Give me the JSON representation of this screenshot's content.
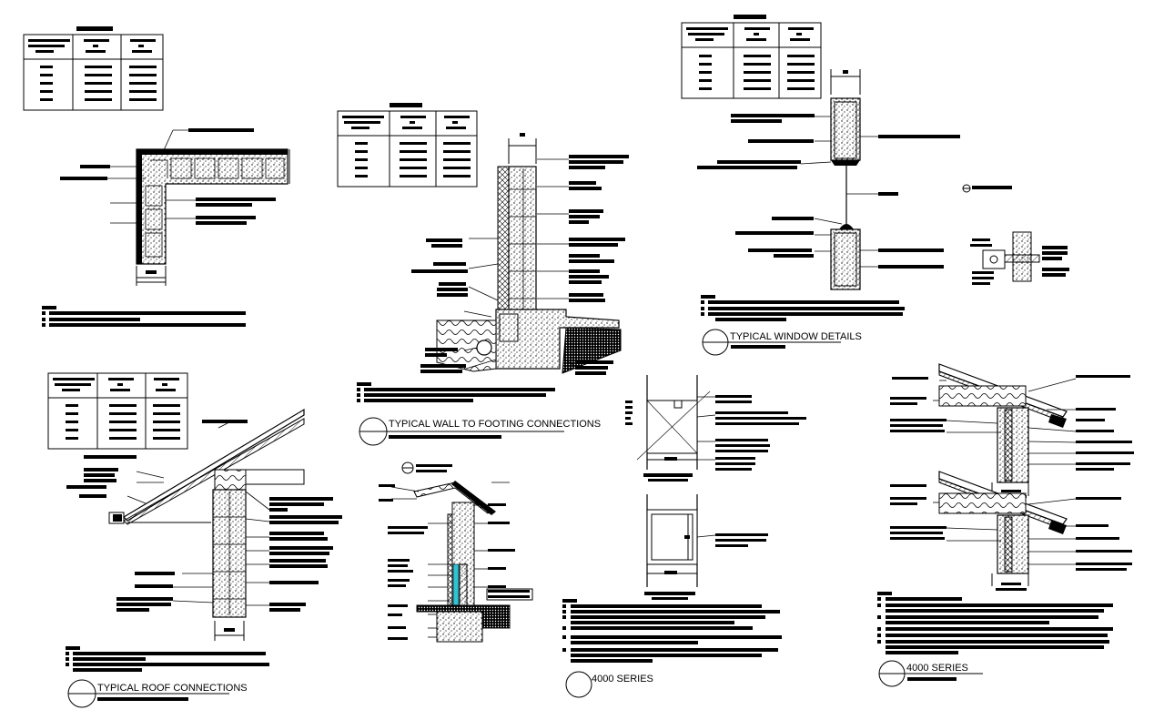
{
  "titles": {
    "window_details": "TYPICAL WINDOW DETAILS",
    "wall_to_footing": "TYPICAL WALL TO FOOTING CONNECTIONS",
    "roof_connections": "TYPICAL ROOF CONNECTIONS",
    "series_center": "4000 SERIES",
    "series_right": "4000 SERIES"
  },
  "colors": {
    "ink": "#000000",
    "glazing": "#2ec4d6",
    "paper": "#ffffff"
  }
}
